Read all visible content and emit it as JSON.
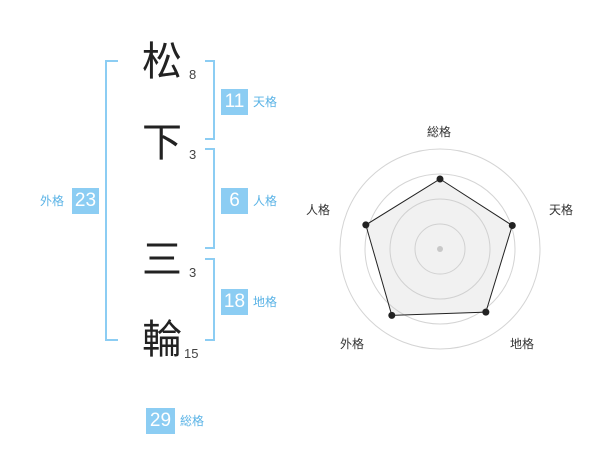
{
  "name_chars": [
    {
      "char": "松",
      "strokes": "8"
    },
    {
      "char": "下",
      "strokes": "3"
    },
    {
      "char": "三",
      "strokes": "3"
    },
    {
      "char": "輪",
      "strokes": "15"
    }
  ],
  "kaku": {
    "tenkaku": {
      "value": "11",
      "label": "天格"
    },
    "jinkaku": {
      "value": "6",
      "label": "人格"
    },
    "chikaku": {
      "value": "18",
      "label": "地格"
    },
    "gaikaku": {
      "value": "23",
      "label": "外格"
    },
    "soukaku": {
      "value": "29",
      "label": "総格"
    }
  },
  "colors": {
    "accent": "#8ccdf3",
    "bracket": "#8ccdf3",
    "label": "#5ab3e6"
  },
  "chart_data": {
    "type": "radar",
    "axes": [
      "総格",
      "天格",
      "地格",
      "外格",
      "人格"
    ],
    "values": [
      0.7,
      0.76,
      0.78,
      0.82,
      0.78
    ],
    "rings": 4,
    "grid": true
  }
}
